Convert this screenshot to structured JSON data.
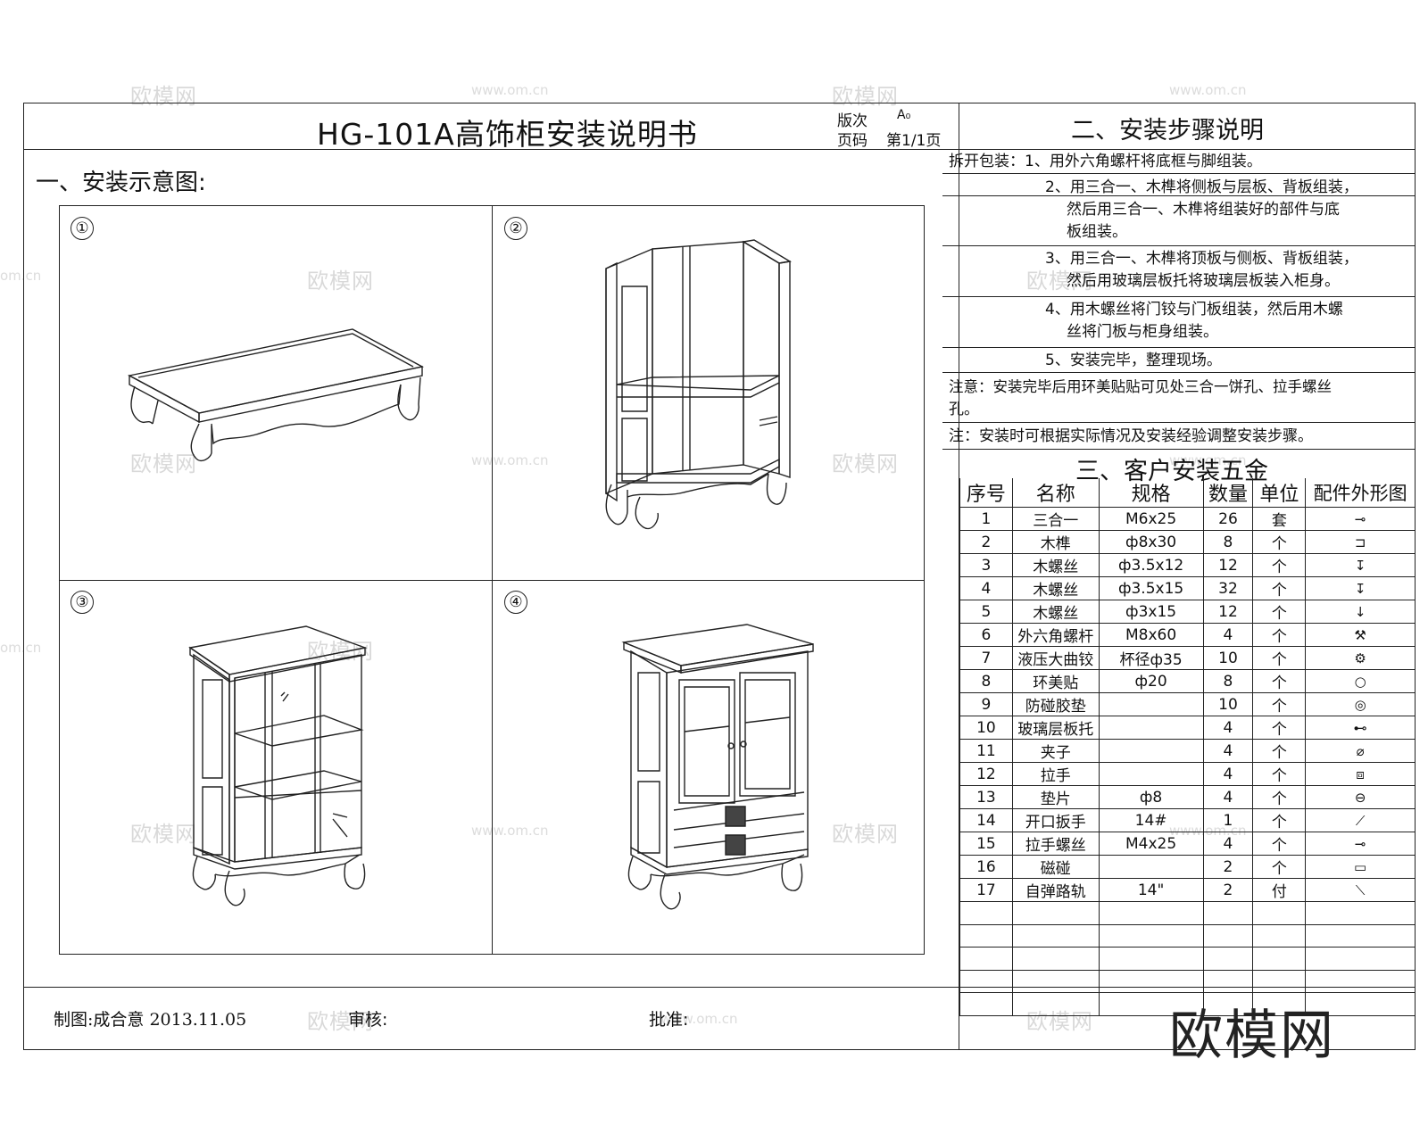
{
  "header": {
    "title": "HG-101A高饰柜安装说明书",
    "version_label": "版次",
    "version_value": "A₀",
    "page_label": "页码",
    "page_value": "第1/1页",
    "steps_title": "二、安装步骤说明"
  },
  "left": {
    "section_title": "一、安装示意图:",
    "cells": [
      {
        "num": "①"
      },
      {
        "num": "②"
      },
      {
        "num": "③"
      },
      {
        "num": "④"
      }
    ]
  },
  "steps": [
    "拆开包装：1、用外六角螺杆将底框与脚组装。",
    "2、用三合一、木榫将侧板与层板、背板组装，",
    "然后用三合一、木榫将组装好的部件与底",
    "板组装。",
    "3、用三合一、木榫将顶板与侧板、背板组装，",
    "然后用玻璃层板托将玻璃层板装入柜身。",
    "4、用木螺丝将门铰与门板组装，然后用木螺",
    "丝将门板与柜身组装。",
    "5、安装完毕，整理现场。",
    "注意：安装完毕后用环美贴贴可见处三合一饼孔、拉手螺丝",
    "孔。",
    "注：安装时可根据实际情况及安装经验调整安装步骤。"
  ],
  "hardware": {
    "title": "三、客户安装五金",
    "headers": [
      "序号",
      "名称",
      "规格",
      "数量",
      "单位",
      "配件外形图"
    ],
    "rows": [
      [
        "1",
        "三合一",
        "M6x25",
        "26",
        "套"
      ],
      [
        "2",
        "木榫",
        "ф8x30",
        "8",
        "个"
      ],
      [
        "3",
        "木螺丝",
        "ф3.5x12",
        "12",
        "个"
      ],
      [
        "4",
        "木螺丝",
        "ф3.5x15",
        "32",
        "个"
      ],
      [
        "5",
        "木螺丝",
        "ф3x15",
        "12",
        "个"
      ],
      [
        "6",
        "外六角螺杆",
        "M8x60",
        "4",
        "个"
      ],
      [
        "7",
        "液压大曲铰",
        "杯径ф35",
        "10",
        "个"
      ],
      [
        "8",
        "环美贴",
        "ф20",
        "8",
        "个"
      ],
      [
        "9",
        "防碰胶垫",
        "",
        "10",
        "个"
      ],
      [
        "10",
        "玻璃层板托",
        "",
        "4",
        "个"
      ],
      [
        "11",
        "夹子",
        "",
        "4",
        "个"
      ],
      [
        "12",
        "拉手",
        "",
        "4",
        "个"
      ],
      [
        "13",
        "垫片",
        "ф8",
        "4",
        "个"
      ],
      [
        "14",
        "开口扳手",
        "14#",
        "1",
        "个"
      ],
      [
        "15",
        "拉手螺丝",
        "M4x25",
        "4",
        "个"
      ],
      [
        "16",
        "磁碰",
        "",
        "2",
        "个"
      ],
      [
        "17",
        "自弹路轨",
        "14\"",
        "2",
        "付"
      ]
    ],
    "empty_rows": 5
  },
  "footer": {
    "drawn_by": "制图:成合意 2013.11.05",
    "reviewed": "审核:",
    "approved": "批准:"
  },
  "brand": "欧模网",
  "watermarks": {
    "logo": "欧模网",
    "url": "www.om.cn",
    "url_short": "om.cn"
  }
}
